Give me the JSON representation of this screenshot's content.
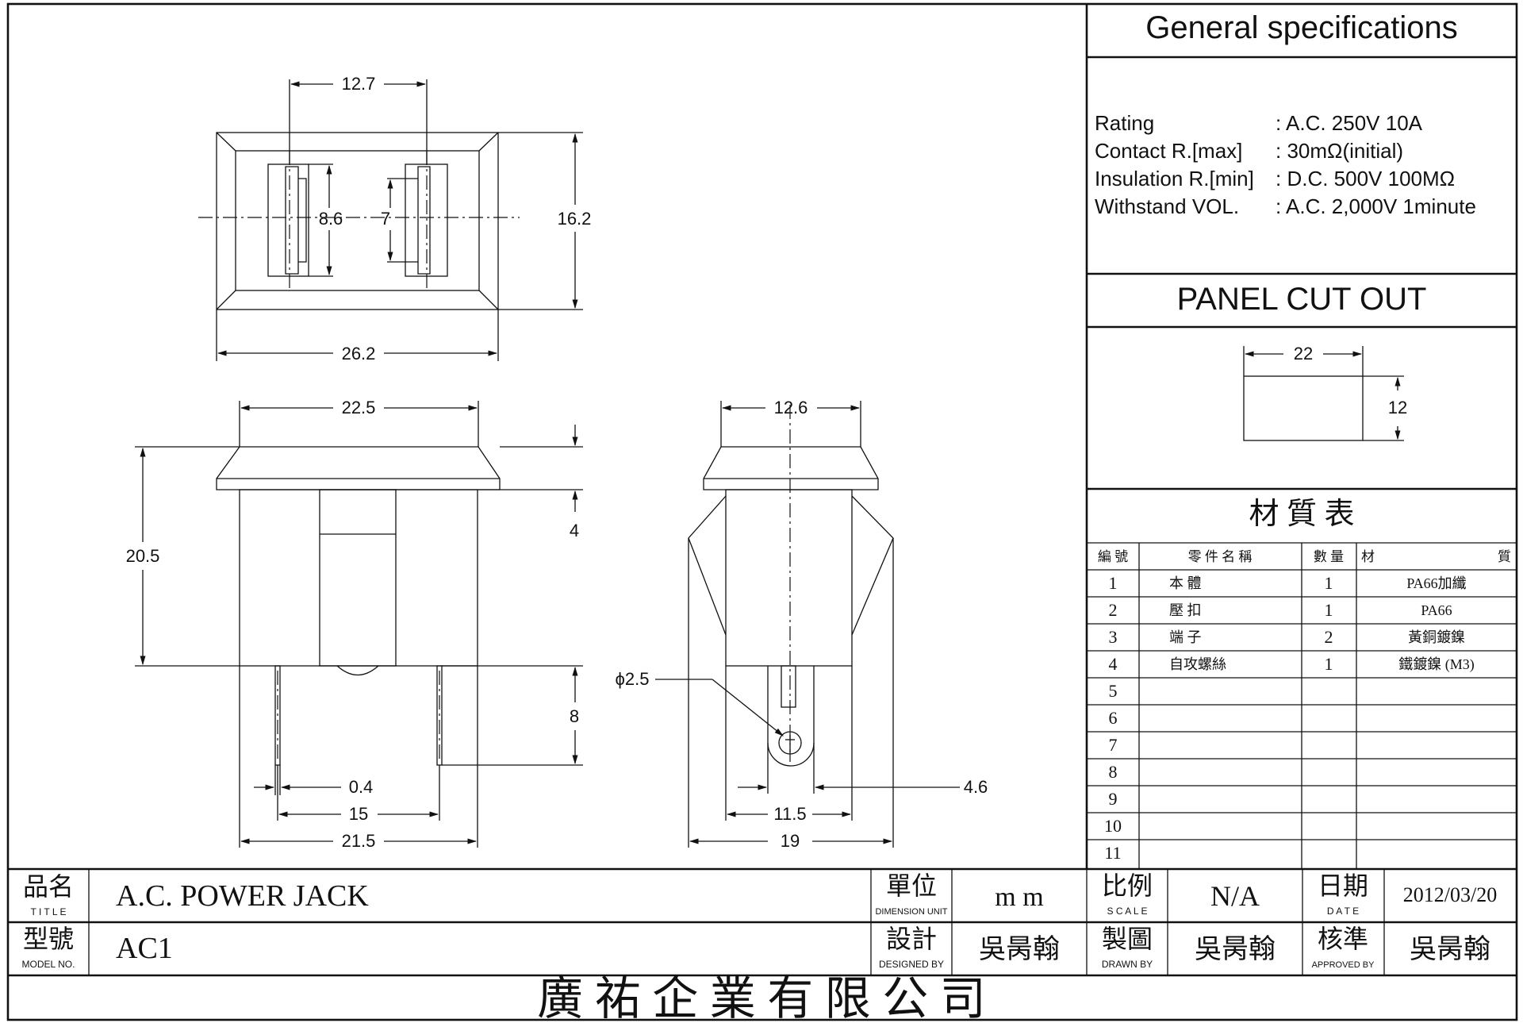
{
  "drawing": {
    "top_view": {
      "width_outer": "26.2",
      "height_outer": "16.2",
      "pin_pitch": "12.7",
      "slot_a": "8.6",
      "slot_b": "7"
    },
    "front_view": {
      "flange_width": "22.5",
      "body_height": "20.5",
      "flange_thickness": "4",
      "pin_length": "8",
      "pin_thickness": "0.4",
      "pin_spacing": "15",
      "body_width": "21.5"
    },
    "side_view": {
      "flange_width": "12.6",
      "hole_dia": "ϕ2.5",
      "tab_width": "4.6",
      "body_width": "11.5",
      "overall_width": "19"
    }
  },
  "specs": {
    "title": "General specifications",
    "rows": [
      {
        "label": "Rating",
        "value": ": A.C. 250V 10A"
      },
      {
        "label": "Contact R.[max]",
        "value": ": 30mΩ(initial)"
      },
      {
        "label": "Insulation R.[min]",
        "value": ": D.C. 500V 100MΩ"
      },
      {
        "label": "Withstand VOL.",
        "value": ": A.C. 2,000V 1minute"
      }
    ]
  },
  "panel_cut": {
    "title": "PANEL CUT OUT",
    "width": "22",
    "height": "12"
  },
  "material_table": {
    "title": "材   質   表",
    "headers": {
      "no": "編 號",
      "part": "零 件 名 稱",
      "qty": "數 量",
      "mat_l": "材",
      "mat_r": "質"
    },
    "rows": [
      {
        "no": "1",
        "part": "本  體",
        "qty": "1",
        "mat": "PA66加纖"
      },
      {
        "no": "2",
        "part": "壓  扣",
        "qty": "1",
        "mat": "PA66"
      },
      {
        "no": "3",
        "part": "端  子",
        "qty": "2",
        "mat": "黃銅鍍鎳"
      },
      {
        "no": "4",
        "part": "自攻螺絲",
        "qty": "1",
        "mat": "鐵鍍鎳 (M3)"
      },
      {
        "no": "5",
        "part": "",
        "qty": "",
        "mat": ""
      },
      {
        "no": "6",
        "part": "",
        "qty": "",
        "mat": ""
      },
      {
        "no": "7",
        "part": "",
        "qty": "",
        "mat": ""
      },
      {
        "no": "8",
        "part": "",
        "qty": "",
        "mat": ""
      },
      {
        "no": "9",
        "part": "",
        "qty": "",
        "mat": ""
      },
      {
        "no": "10",
        "part": "",
        "qty": "",
        "mat": ""
      },
      {
        "no": "11",
        "part": "",
        "qty": "",
        "mat": ""
      }
    ]
  },
  "title_block": {
    "title_label_cn": "品名",
    "title_label_en": "T I T L E",
    "title_value": "A.C. POWER JACK",
    "unit_label_cn": "單位",
    "unit_label_en": "DIMENSION UNIT",
    "unit_value": "m m",
    "scale_label_cn": "比例",
    "scale_label_en": "S C A L E",
    "scale_value": "N/A",
    "date_label_cn": "日期",
    "date_label_en": "D A T E",
    "date_value": "2012/03/20",
    "model_label_cn": "型號",
    "model_label_en": "MODEL  NO.",
    "model_value": "AC1",
    "design_label_cn": "設計",
    "design_label_en": "DESIGNED BY",
    "design_value": "吳昺翰",
    "drawn_label_cn": "製圖",
    "drawn_label_en": "DRAWN   BY",
    "drawn_value": "吳昺翰",
    "approve_label_cn": "核準",
    "approve_label_en": "APPROVED  BY",
    "approve_value": "吳昺翰",
    "company": "廣  祐  企  業  有  限  公  司"
  }
}
